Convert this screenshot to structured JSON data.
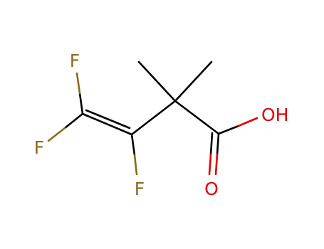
{
  "molecule": {
    "colors": {
      "carbon_bond": "#000000",
      "fluorine": "#8c6a1a",
      "oxygen": "#e00000"
    },
    "atoms": {
      "f_top": "F",
      "f_left": "F",
      "f_bottom": "F",
      "hydroxyl": "OH",
      "carbonyl_o": "O"
    }
  }
}
